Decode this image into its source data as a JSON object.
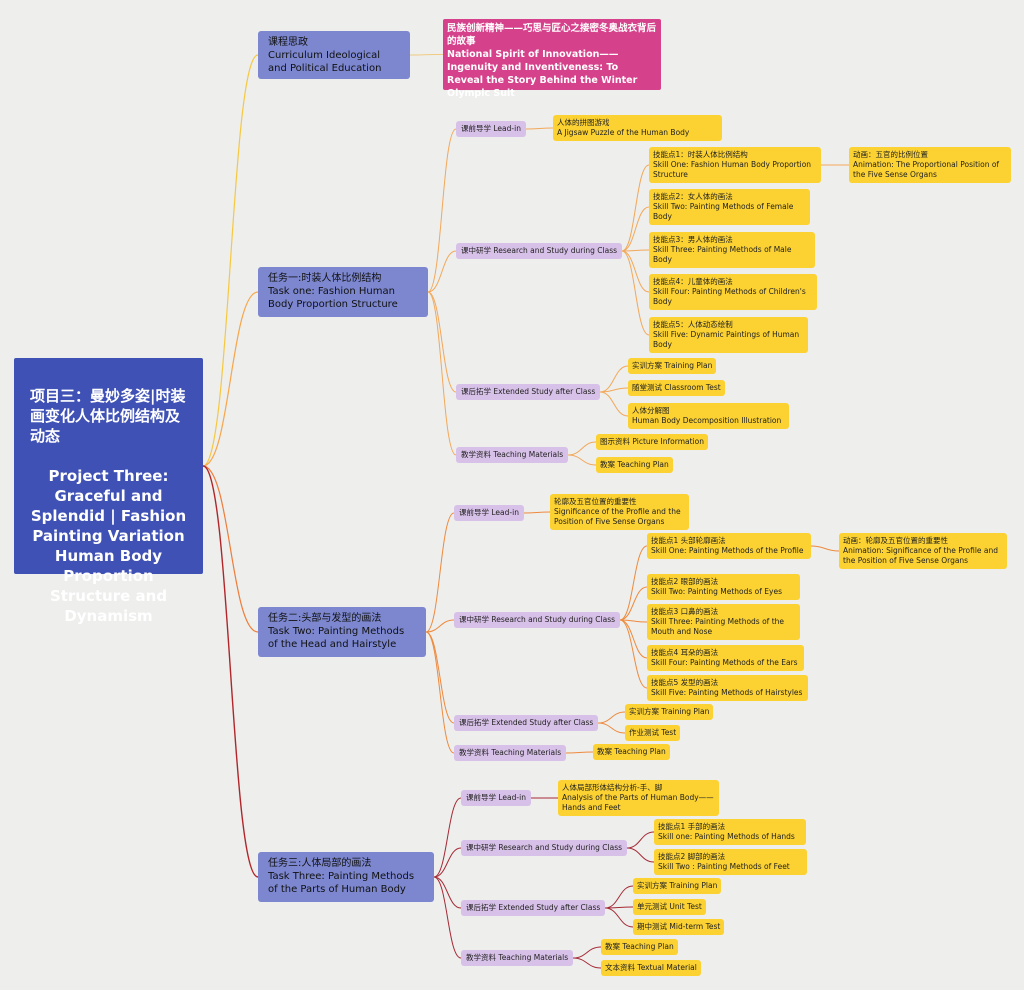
{
  "root": {
    "title_cn": "项目三：曼妙多姿|时装画变化人体比例结构及动态",
    "title_en": "Project Three: Graceful and Splendid | Fashion Painting Variation Human Body Proportion Structure and Dynamism"
  },
  "sizheng": {
    "label": "课程思政\nCurriculum Ideological and Political Education",
    "detail": "民族创新精神——巧思与匠心之接密冬奥战衣背后的故事\nNational Spirit of Innovation——Ingenuity and Inventiveness: To Reveal the Story Behind the Winter Olympic Suit"
  },
  "task1": {
    "label": "任务一:时装人体比例结构\nTask one: Fashion Human Body Proportion Structure",
    "leadin": "课前导学 Lead-in",
    "leadin_item": "人体的拼图游戏\nA Jigsaw Puzzle of the Human Body",
    "research": "课中研学 Research and Study during Class",
    "skills": [
      "技能点1：时装人体比例结构\nSkill One: Fashion Human Body Proportion Structure",
      "技能点2：女人体的画法\nSkill Two: Painting Methods of Female Body",
      "技能点3：男人体的画法\nSkill Three: Painting Methods of Male Body",
      "技能点4：儿童体的画法\nSkill Four: Painting Methods of Children's Body",
      "技能点5：人体动态绘制\nSkill Five: Dynamic Paintings of Human Body"
    ],
    "animation": "动画：五官的比例位置\nAnimation: The Proportional Position of the Five Sense Organs",
    "extended": "课后拓学 Extended Study after Class",
    "ext_items": [
      "实训方案 Training Plan",
      "随堂测试 Classroom Test",
      "人体分解图\nHuman Body Decomposition Illustration"
    ],
    "materials": "教学资料 Teaching Materials",
    "mat_items": [
      "图示资料 Picture Information",
      "教案 Teaching Plan"
    ]
  },
  "task2": {
    "label": "任务二:头部与发型的画法\nTask Two: Painting Methods of the Head and Hairstyle",
    "leadin": "课前导学 Lead-in",
    "leadin_item": "轮廓及五官位置的重要性\nSignificance of the Profile and the Position of Five Sense Organs",
    "research": "课中研学 Research and Study during Class",
    "skills": [
      "技能点1 头部轮廓画法\nSkill One:  Painting Methods of the Profile",
      "技能点2 眼部的画法\nSkill Two: Painting Methods of Eyes",
      "技能点3 口鼻的画法\nSkill Three: Painting Methods of the Mouth and Nose",
      "技能点4 耳朵的画法\nSkill Four: Painting Methods of the Ears",
      "技能点5 发型的画法\nSkill Five: Painting Methods of Hairstyles"
    ],
    "animation": "动画：轮廓及五官位置的重要性\nAnimation: Significance of the Profile and the Position of Five Sense Organs",
    "extended": "课后拓学 Extended Study after Class",
    "ext_items": [
      "实训方案 Training Plan",
      "作业测试 Test"
    ],
    "materials": "教学资料 Teaching Materials",
    "mat_items": [
      "教案 Teaching Plan"
    ]
  },
  "task3": {
    "label": "任务三:人体局部的画法\nTask Three: Painting Methods of the Parts of Human Body",
    "leadin": "课前导学 Lead-in",
    "leadin_item": "人体局部形体结构分析-手、脚\nAnalysis of the Parts of Human Body——Hands and Feet",
    "research": "课中研学 Research and Study during Class",
    "skills": [
      "技能点1 手部的画法\nSkill one:  Painting Methods of Hands",
      "技能点2 脚部的画法\nSkill Two : Painting Methods of Feet"
    ],
    "extended": "课后拓学 Extended Study after Class",
    "ext_items": [
      "实训方案 Training Plan",
      "单元测试 Unit Test",
      "期中测试 Mid-term Test"
    ],
    "materials": "教学资料 Teaching Materials",
    "mat_items": [
      "教案 Teaching Plan",
      "文本资料 Textual Material"
    ]
  }
}
